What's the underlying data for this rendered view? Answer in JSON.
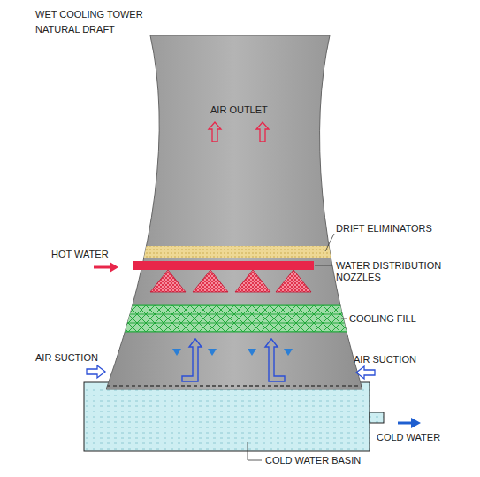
{
  "diagram": {
    "title": "WET COOLING TOWER NATURAL DRAFT",
    "labels": [
      "AIR OUTLET",
      "DRIFT ELIMINATORS",
      "HOT WATER",
      "WATER DISTRIBUTION NOZZLES",
      "COOLING FILL",
      "AIR SUCTION",
      "AIR SUCTION",
      "COLD WATER",
      "COLD WATER BASIN"
    ]
  }
}
